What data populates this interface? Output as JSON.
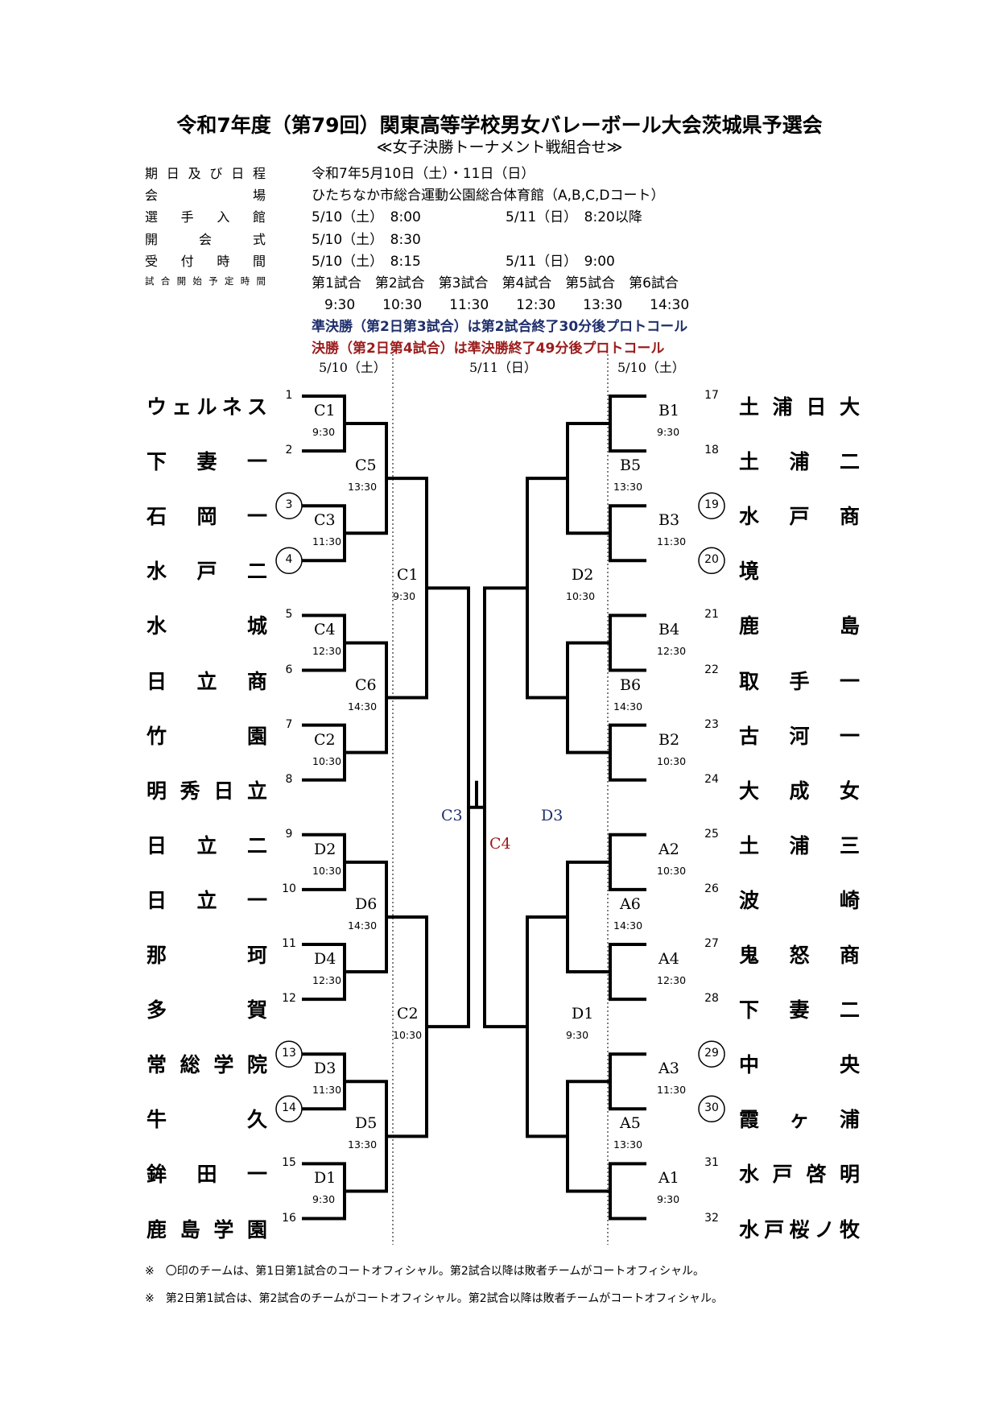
{
  "header": {
    "title": "令和7年度（第79回）関東高等学校男女バレーボール大会茨城県予選会",
    "subtitle": "≪女子決勝トーナメント戦組合せ≫"
  },
  "info": [
    {
      "label": "期日及び日程",
      "value": "令和7年5月10日（土）・11日（日）"
    },
    {
      "label": "会　　　場",
      "value": "ひたちなか市総合運動公園総合体育館（A,B,C,Dコート）"
    },
    {
      "label": "選手入館",
      "value": "5/10（土）　8:00",
      "value2": "5/11（日）　8:20以降"
    },
    {
      "label": "開会式",
      "value": "5/10（土）　8:30"
    },
    {
      "label": "受付時間",
      "value": "5/10（土）　8:15",
      "value2": "5/11（日）　9:00"
    },
    {
      "label": "試合開始予定時間",
      "value": "第1試合　第2試合　第3試合　第4試合　第5試合　第6試合"
    }
  ],
  "start_times": "9:30　　10:30　　11:30　　12:30　　13:30　　14:30",
  "semifinal_note": "準決勝（第2日第3試合）は第2試合終了30分後プロトコール",
  "final_note": "決勝（第2日第4試合）は準決勝終了49分後プロトコール",
  "dates": {
    "left": "5/10（土）",
    "center": "5/11（日）",
    "right": "5/10（土）"
  },
  "left_teams": [
    {
      "seed": "1",
      "name": "ウェルネス"
    },
    {
      "seed": "2",
      "name": "下妻一"
    },
    {
      "seed": "3",
      "name": "石岡一"
    },
    {
      "seed": "4",
      "name": "水戸二"
    },
    {
      "seed": "5",
      "name": "水城"
    },
    {
      "seed": "6",
      "name": "日立商"
    },
    {
      "seed": "7",
      "name": "竹園"
    },
    {
      "seed": "8",
      "name": "明秀日立"
    },
    {
      "seed": "9",
      "name": "日立二"
    },
    {
      "seed": "10",
      "name": "日立一"
    },
    {
      "seed": "11",
      "name": "那珂"
    },
    {
      "seed": "12",
      "name": "多賀"
    },
    {
      "seed": "13",
      "name": "常総学院"
    },
    {
      "seed": "14",
      "name": "牛久"
    },
    {
      "seed": "15",
      "name": "鉾田一"
    },
    {
      "seed": "16",
      "name": "鹿島学園"
    }
  ],
  "right_teams": [
    {
      "seed": "17",
      "name": "土浦日大"
    },
    {
      "seed": "18",
      "name": "土浦二"
    },
    {
      "seed": "19",
      "name": "水戸商"
    },
    {
      "seed": "20",
      "name": "境"
    },
    {
      "seed": "21",
      "name": "鹿島"
    },
    {
      "seed": "22",
      "name": "取手一"
    },
    {
      "seed": "23",
      "name": "古河一"
    },
    {
      "seed": "24",
      "name": "大成女"
    },
    {
      "seed": "25",
      "name": "土浦三"
    },
    {
      "seed": "26",
      "name": "波崎"
    },
    {
      "seed": "27",
      "name": "鬼怒商"
    },
    {
      "seed": "28",
      "name": "下妻二"
    },
    {
      "seed": "29",
      "name": "中央"
    },
    {
      "seed": "30",
      "name": "霞ヶ浦"
    },
    {
      "seed": "31",
      "name": "水戸啓明"
    },
    {
      "seed": "32",
      "name": "水戸桜ノ牧"
    }
  ],
  "matches": {
    "l_r1": [
      {
        "code": "C1",
        "time": "9:30"
      },
      {
        "code": "C3",
        "time": "11:30"
      },
      {
        "code": "C4",
        "time": "12:30"
      },
      {
        "code": "C2",
        "time": "10:30"
      },
      {
        "code": "D2",
        "time": "10:30"
      },
      {
        "code": "D4",
        "time": "12:30"
      },
      {
        "code": "D3",
        "time": "11:30"
      },
      {
        "code": "D1",
        "time": "9:30"
      }
    ],
    "l_r2": [
      {
        "code": "C5",
        "time": "13:30"
      },
      {
        "code": "C6",
        "time": "14:30"
      },
      {
        "code": "D6",
        "time": "14:30"
      },
      {
        "code": "D5",
        "time": "13:30"
      }
    ],
    "l_r3": [
      {
        "code": "C1",
        "time": "9:30"
      },
      {
        "code": "C2",
        "time": "10:30"
      }
    ],
    "r_r1": [
      {
        "code": "B1",
        "time": "9:30"
      },
      {
        "code": "B3",
        "time": "11:30"
      },
      {
        "code": "B4",
        "time": "12:30"
      },
      {
        "code": "B2",
        "time": "10:30"
      },
      {
        "code": "A2",
        "time": "10:30"
      },
      {
        "code": "A4",
        "time": "12:30"
      },
      {
        "code": "A3",
        "time": "11:30"
      },
      {
        "code": "A1",
        "time": "9:30"
      }
    ],
    "r_r2": [
      {
        "code": "B5",
        "time": "13:30"
      },
      {
        "code": "B6",
        "time": "14:30"
      },
      {
        "code": "A6",
        "time": "14:30"
      },
      {
        "code": "A5",
        "time": "13:30"
      }
    ],
    "r_r3": [
      {
        "code": "D2",
        "time": "10:30"
      },
      {
        "code": "D1",
        "time": "9:30"
      }
    ],
    "semi_left": "C3",
    "semi_right": "D3",
    "final": "C4"
  },
  "colors": {
    "semi": "#1f2f6b",
    "final": "#9b1c1c"
  },
  "circled_seeds": [
    "3",
    "4",
    "13",
    "14",
    "19",
    "20",
    "29",
    "30"
  ],
  "notes": [
    "※　〇印のチームは、第1日第1試合のコートオフィシャル。第2試合以降は敗者チームがコートオフィシャル。",
    "※　第2日第1試合は、第2試合のチームがコートオフィシャル。第2試合以降は敗者チームがコートオフィシャル。"
  ]
}
